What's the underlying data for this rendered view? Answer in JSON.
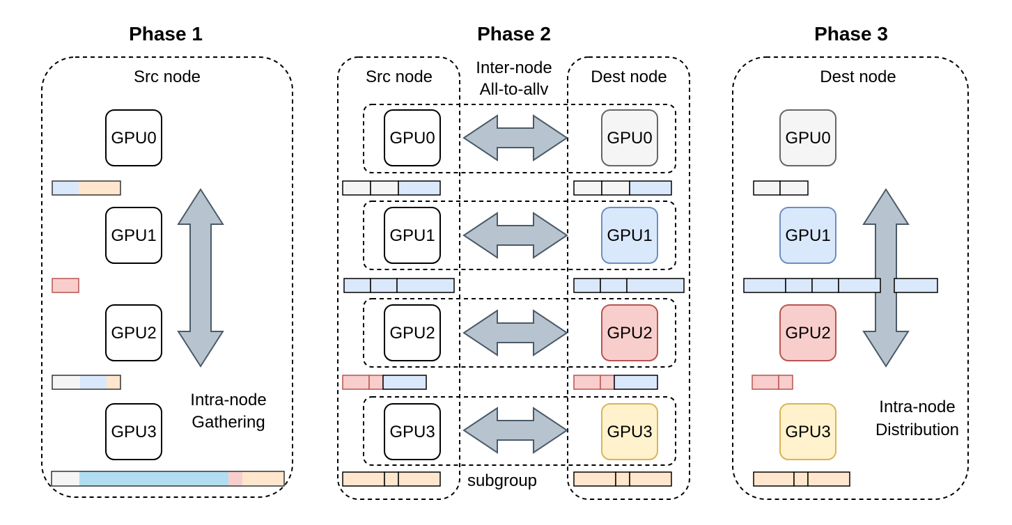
{
  "phases": [
    {
      "title": "Phase 1"
    },
    {
      "title": "Phase 2"
    },
    {
      "title": "Phase 3"
    }
  ],
  "labels": {
    "p1_src_node": "Src node",
    "p2_src_node": "Src node",
    "p2_dest_node": "Dest node",
    "p3_dest_node": "Dest node",
    "inter_node_line1": "Inter-node",
    "inter_node_line2": "All-to-allv",
    "intra_gathering_line1": "Intra-node",
    "intra_gathering_line2": "Gathering",
    "intra_distribution_line1": "Intra-node",
    "intra_distribution_line2": "Distribution",
    "subgroup": "subgroup"
  },
  "gpus": {
    "gpu0": "GPU0",
    "gpu1": "GPU1",
    "gpu2": "GPU2",
    "gpu3": "GPU3"
  },
  "colors": {
    "gray_fill": "#f5f5f5",
    "gray_stroke": "#666666",
    "blue_fill": "#dae8fc",
    "blue_stroke": "#6c8ebf",
    "red_fill": "#f8cecc",
    "red_stroke": "#b85450",
    "yellow_fill": "#fff2cc",
    "yellow_stroke": "#d6b656",
    "peach_fill": "#ffe6cc",
    "sky_fill": "#b1ddf0",
    "arrow_fill": "#b7c4cf",
    "arrow_stroke": "#4a5a68"
  }
}
